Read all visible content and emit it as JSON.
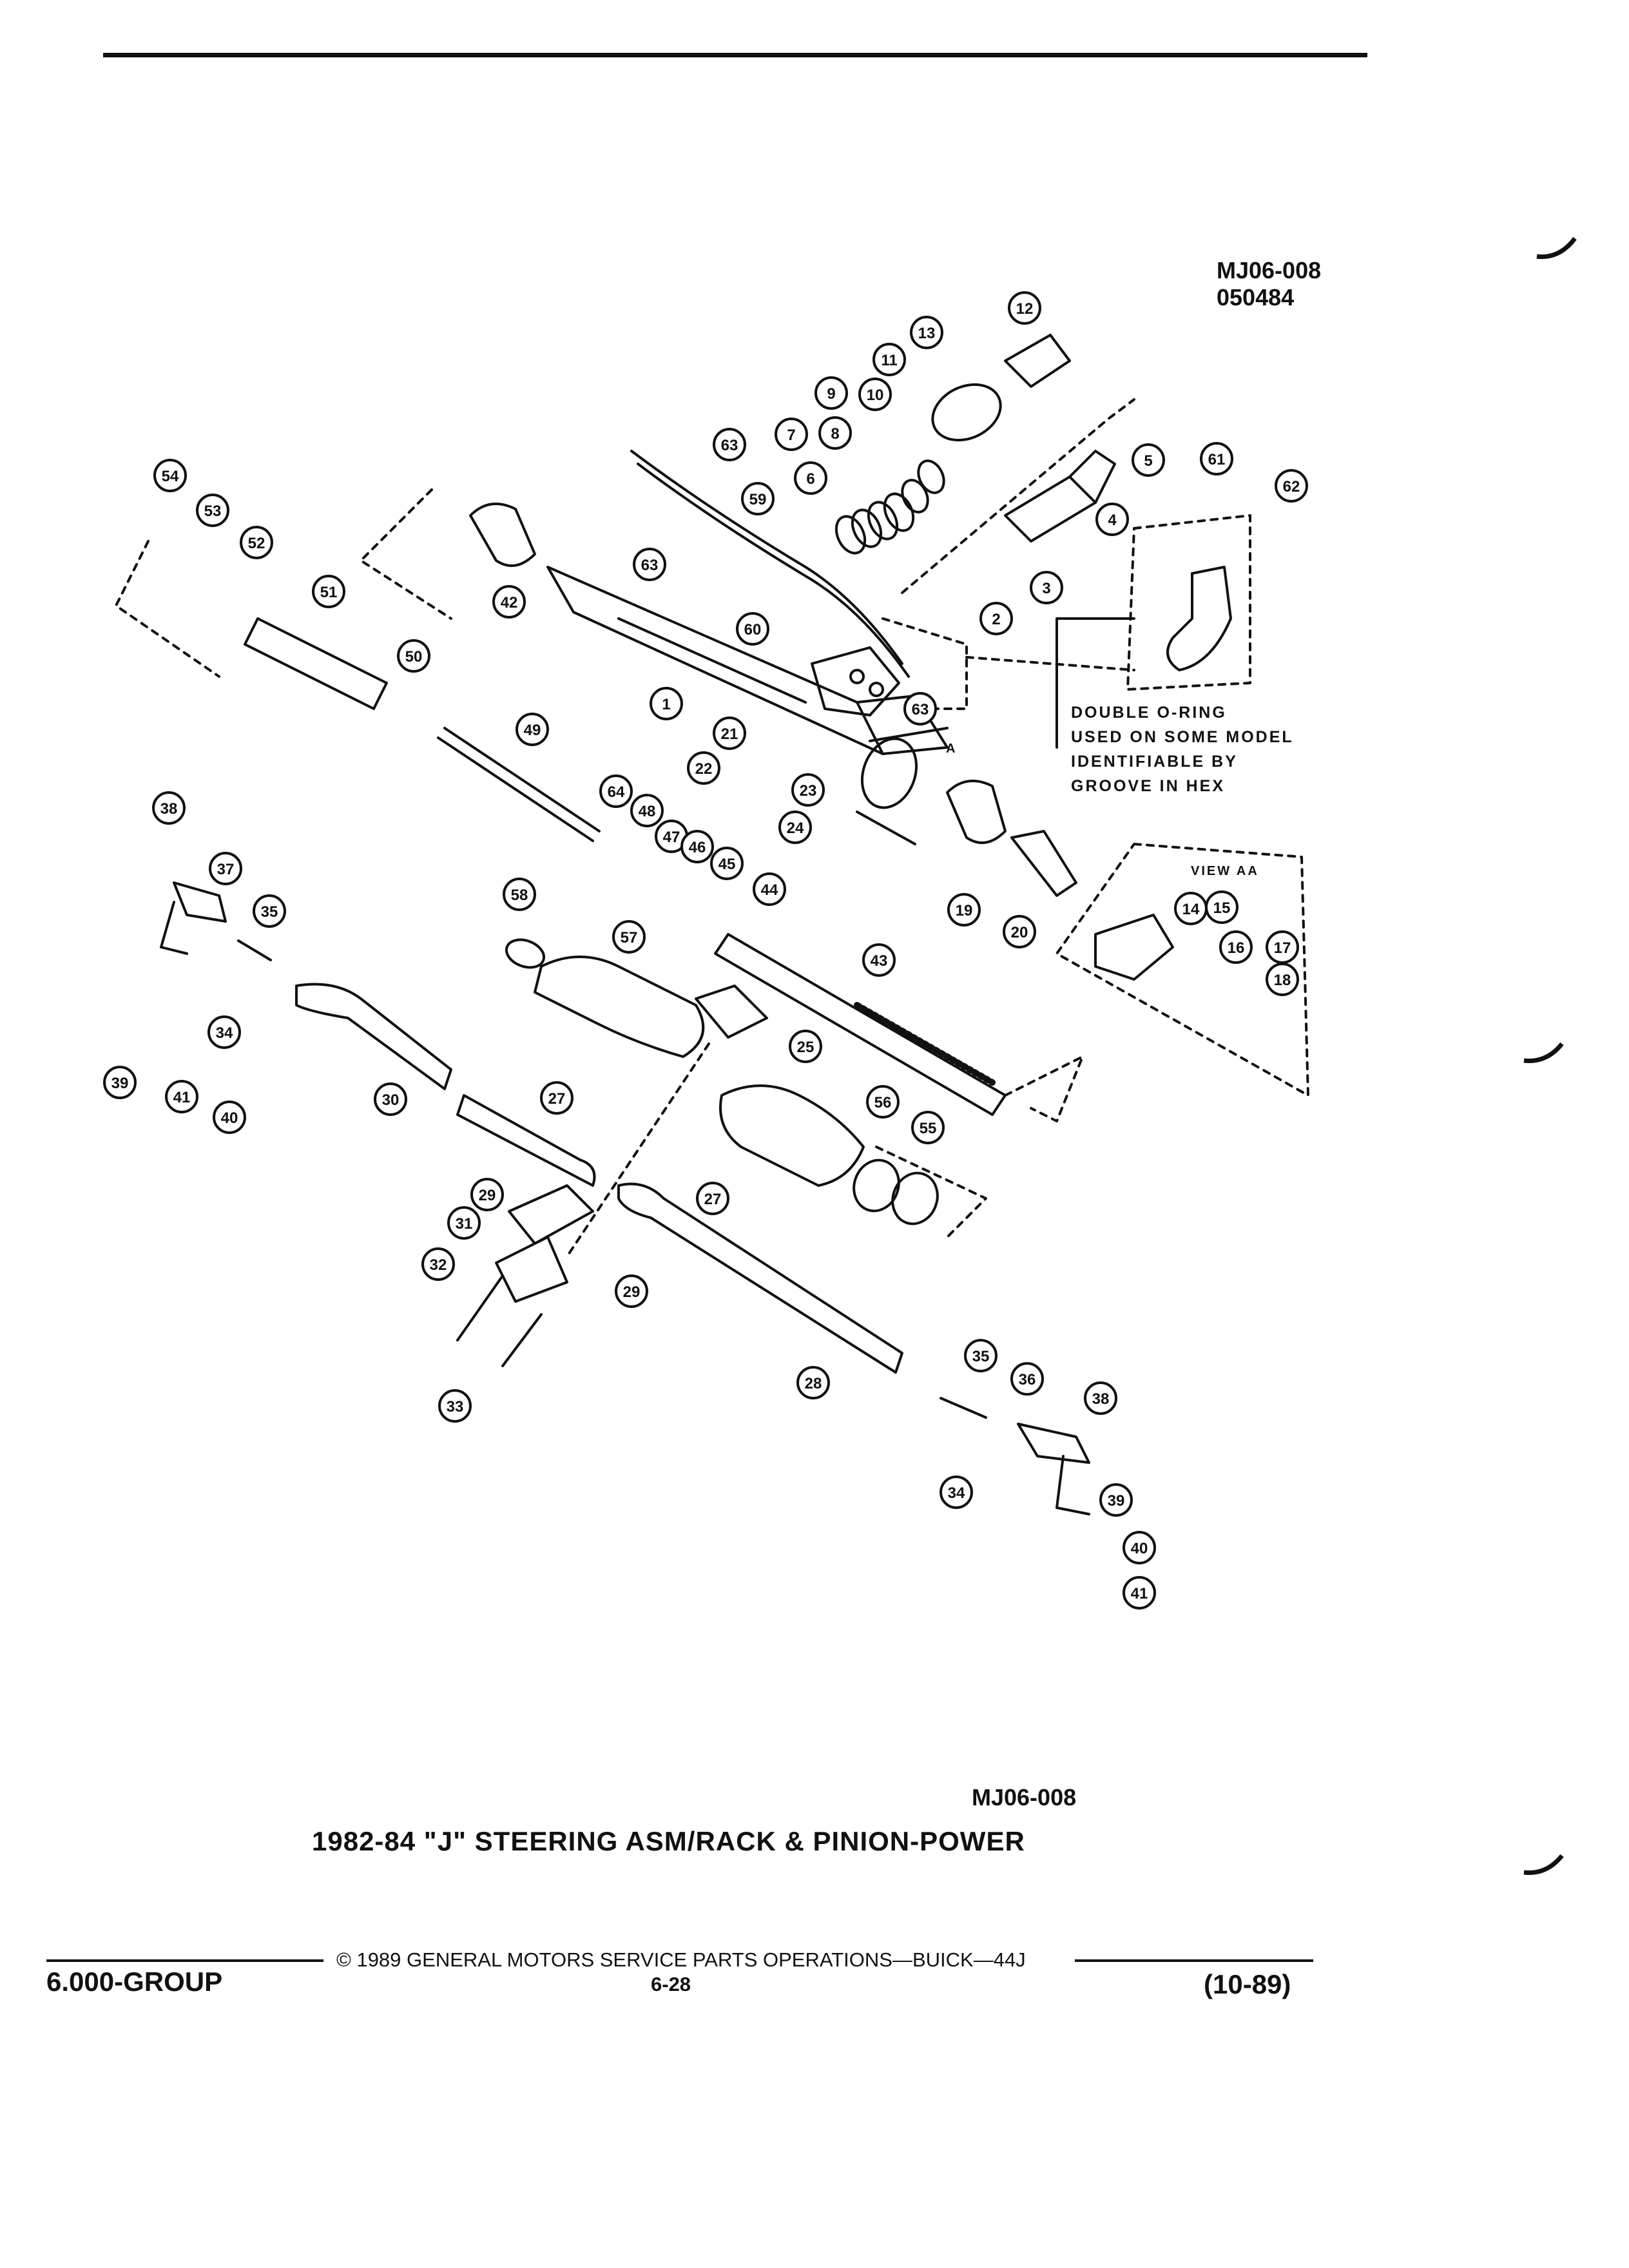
{
  "figure": {
    "code_top": "MJ06-008",
    "date_code": "050484",
    "code_bottom": "MJ06-008",
    "title": "1982-84 \"J\" STEERING ASM/RACK & PINION-POWER",
    "note": [
      "DOUBLE O-RING",
      "USED ON SOME MODEL",
      "IDENTIFIABLE BY",
      "GROOVE IN HEX"
    ],
    "view_label": "VIEW AA",
    "section_label": "A"
  },
  "callouts": [
    "12",
    "13",
    "11",
    "9",
    "10",
    "63",
    "7",
    "8",
    "5",
    "61",
    "62",
    "6",
    "4",
    "54",
    "53",
    "52",
    "59",
    "3",
    "51",
    "42",
    "63",
    "60",
    "2",
    "50",
    "1",
    "63",
    "21",
    "22",
    "23",
    "24",
    "19",
    "20",
    "49",
    "38",
    "64",
    "48",
    "47",
    "46",
    "45",
    "37",
    "44",
    "35",
    "14",
    "15",
    "16",
    "17",
    "18",
    "58",
    "43",
    "57",
    "25",
    "34",
    "39",
    "41",
    "40",
    "30",
    "27",
    "56",
    "55",
    "27",
    "29",
    "31",
    "32",
    "29",
    "28",
    "35",
    "36",
    "38",
    "33",
    "34",
    "39",
    "40",
    "41"
  ],
  "footer": {
    "group": "6.000-GROUP",
    "copyright": "© 1989  GENERAL MOTORS SERVICE PARTS OPERATIONS—BUICK—44J",
    "page": "6-28",
    "date": "(10-89)"
  }
}
